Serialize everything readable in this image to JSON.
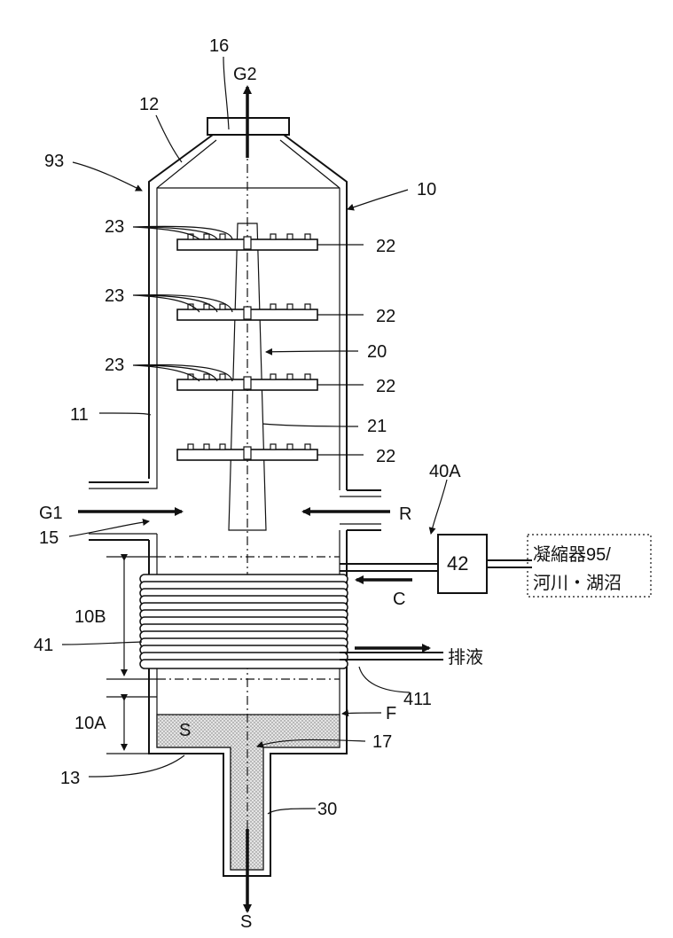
{
  "labels": {
    "n16": "16",
    "g2": "G2",
    "n12": "12",
    "n93": "93",
    "n10": "10",
    "n23a": "23",
    "n23b": "23",
    "n23c": "23",
    "n22a": "22",
    "n22b": "22",
    "n22c": "22",
    "n22d": "22",
    "n20": "20",
    "n11": "11",
    "n21": "21",
    "n40a": "40A",
    "g1": "G1",
    "r": "R",
    "n15": "15",
    "n42": "42",
    "condenser_line1": "凝縮器95/",
    "condenser_line2": "河川・湖沼",
    "c": "C",
    "n10b": "10B",
    "n41": "41",
    "drain": "排液",
    "n411": "411",
    "n10a": "10A",
    "f": "F",
    "s_inside": "S",
    "n17": "17",
    "n13": "13",
    "n30": "30",
    "s_bottom": "S"
  },
  "colors": {
    "line": "#111111",
    "fill_slurry": "#d4d4d4"
  }
}
